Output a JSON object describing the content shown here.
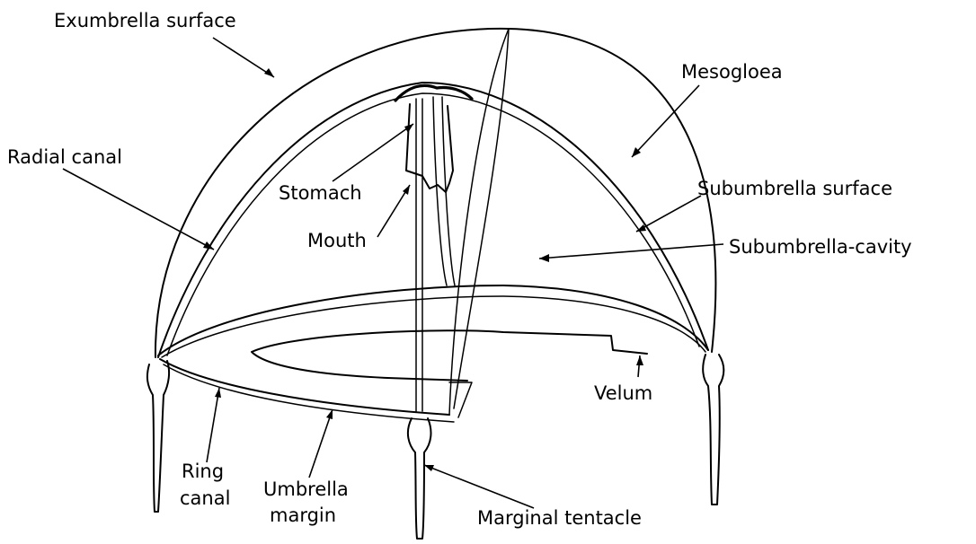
{
  "labels": {
    "exumbrella_surface": "Exumbrella surface",
    "mesogloea": "Mesogloea",
    "radial_canal": "Radial canal",
    "stomach": "Stomach",
    "subumbrella_surface": "Subumbrella surface",
    "mouth": "Mouth",
    "subumbrella_cavity": "Subumbrella-cavity",
    "velum": "Velum",
    "ring_canal_line1": "Ring",
    "ring_canal_line2": "canal",
    "umbrella_margin_line1": "Umbrella",
    "umbrella_margin_line2": "margin",
    "marginal_tentacle": "Marginal tentacle"
  }
}
